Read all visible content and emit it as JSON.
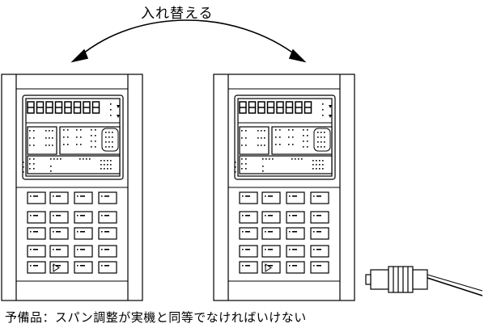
{
  "swap_label": "入れ替える",
  "caption": "予備品：スパン調整が実機と同等でなければいけない",
  "display_digits": "88888888",
  "colors": {
    "line": "#000000",
    "background": "#ffffff"
  }
}
